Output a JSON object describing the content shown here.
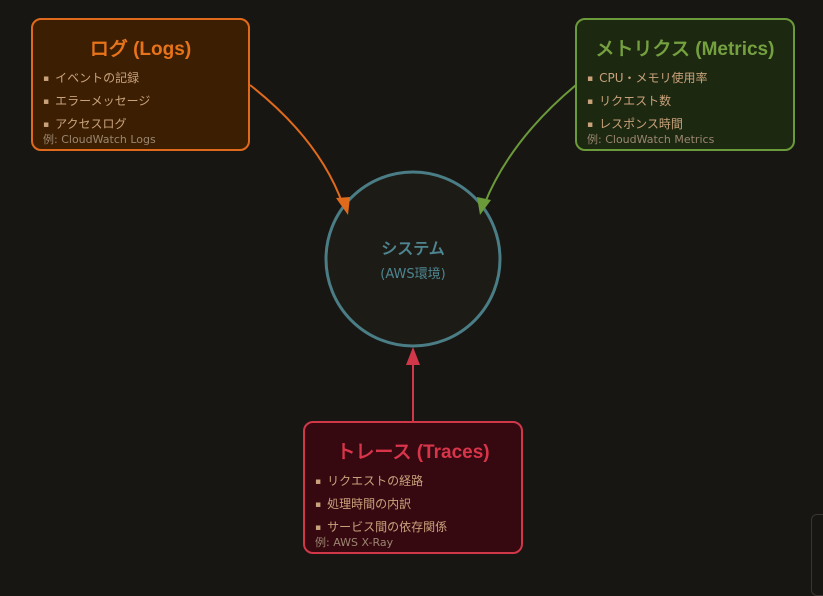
{
  "logs": {
    "title": "ログ (Logs)",
    "items": [
      "イベントの記録",
      "エラーメッセージ",
      "アクセスログ"
    ],
    "example": "例: CloudWatch Logs"
  },
  "metrics": {
    "title": "メトリクス (Metrics)",
    "items": [
      "CPU・メモリ使用率",
      "リクエスト数",
      "レスポンス時間"
    ],
    "example": "例: CloudWatch Metrics"
  },
  "traces": {
    "title": "トレース (Traces)",
    "items": [
      "リクエストの経路",
      "処理時間の内訳",
      "サービス間の依存関係"
    ],
    "example": "例: AWS X-Ray"
  },
  "system": {
    "title": "システム",
    "subtitle": "(AWS環境)"
  },
  "colors": {
    "logs": "#e06a1c",
    "metrics": "#6b9a3a",
    "traces": "#d0384a",
    "system": "#4a7d85"
  }
}
